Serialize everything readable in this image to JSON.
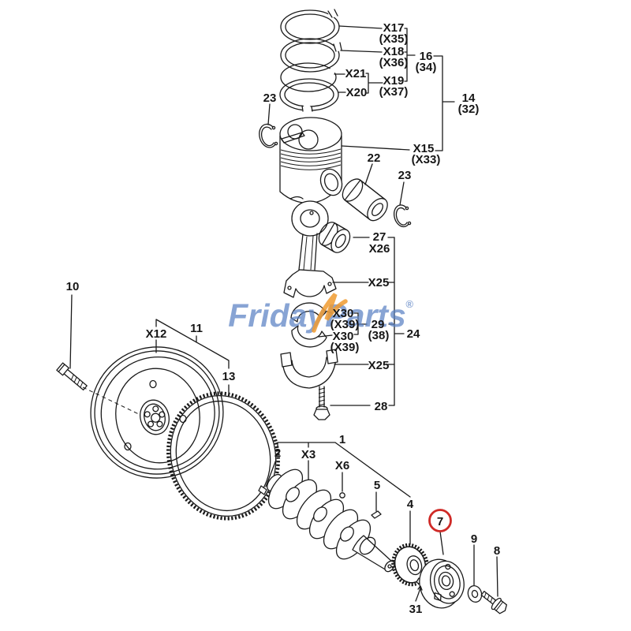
{
  "watermark": {
    "text": "FridayParts",
    "registered": "®"
  },
  "colors": {
    "line": "#1a1a1a",
    "watermark_blue": "#5b82c4",
    "watermark_orange": "#f09b30",
    "highlight_red": "#cf2a27",
    "background": "#ffffff"
  },
  "highlighted_part": "7",
  "labels": {
    "x17": "X17",
    "x35": "(X35)",
    "x18": "X18",
    "x36": "(X36)",
    "x21": "X21",
    "x20": "X20",
    "x19": "X19",
    "x37": "(X37)",
    "n16": "16",
    "n34": "(34)",
    "n14": "14",
    "n32": "(32)",
    "x15": "X15",
    "x33": "(X33)",
    "n23": "23",
    "n22": "22",
    "n27": "27",
    "x26": "X26",
    "x25": "X25",
    "x30": "X30",
    "x39": "(X39)",
    "n29": "29",
    "n38": "(38)",
    "n24": "24",
    "n28": "28",
    "n10": "10",
    "x12": "X12",
    "n11": "11",
    "n13": "13",
    "n2": "2",
    "x3": "X3",
    "n1": "1",
    "x6": "X6",
    "n5": "5",
    "n4": "4",
    "n7": "7",
    "n31": "31",
    "n9": "9",
    "n8": "8"
  }
}
